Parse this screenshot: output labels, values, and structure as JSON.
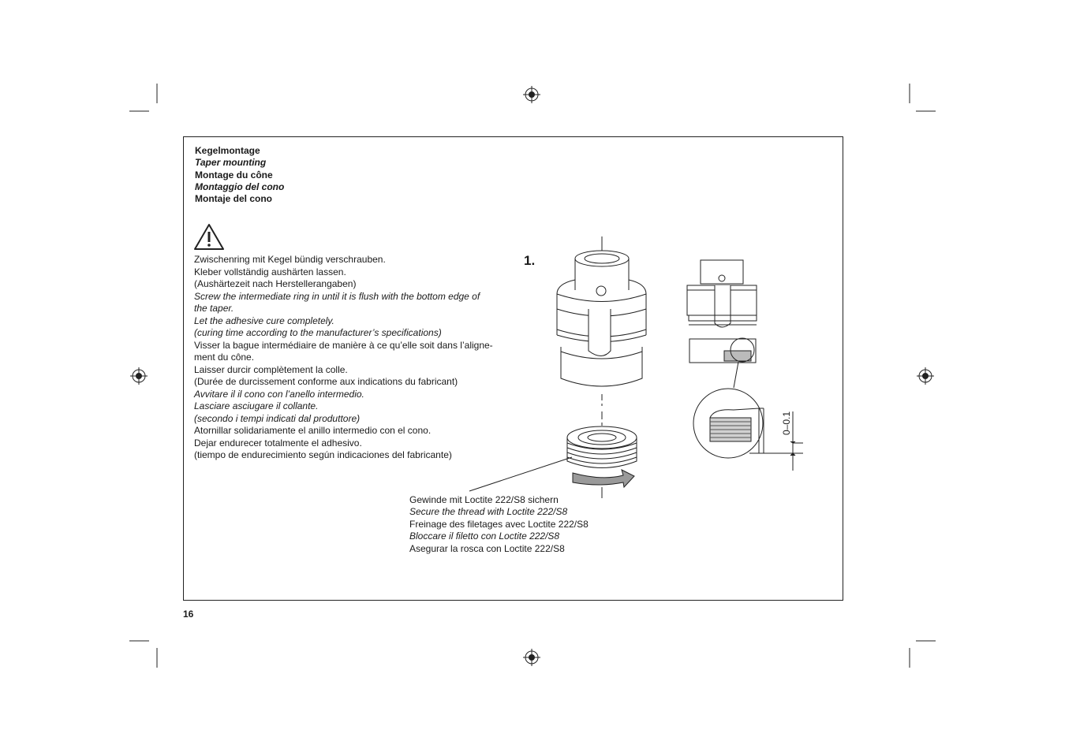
{
  "headings": [
    {
      "text": "Kegelmontage",
      "italic": false
    },
    {
      "text": "Taper mounting",
      "italic": true
    },
    {
      "text": "Montage du cône",
      "italic": false
    },
    {
      "text": "Montaggio del cono",
      "italic": true
    },
    {
      "text": "Montaje del cono",
      "italic": false
    }
  ],
  "instructions": [
    {
      "text": "Zwischenring mit Kegel bündig verschrauben.",
      "italic": false
    },
    {
      "text": "Kleber vollständig aushärten lassen.",
      "italic": false
    },
    {
      "text": "(Aushärtezeit nach Herstellerangaben)",
      "italic": false
    },
    {
      "text": "Screw the intermediate ring in until it is flush with the bottom edge of",
      "italic": true
    },
    {
      "text": "the taper.",
      "italic": true
    },
    {
      "text": "Let the adhesive cure completely.",
      "italic": true
    },
    {
      "text": "(curing time according to the manufacturer’s specifications)",
      "italic": true
    },
    {
      "text": "Visser la bague intermédiaire de manière à ce qu’elle soit dans l’aligne-",
      "italic": false
    },
    {
      "text": "ment du cône.",
      "italic": false
    },
    {
      "text": "Laisser durcir complètement la colle.",
      "italic": false
    },
    {
      "text": "(Durée de durcissement conforme aux indications du fabricant)",
      "italic": false
    },
    {
      "text": "Avvitare il il cono con l’anello intermedio.",
      "italic": true
    },
    {
      "text": "Lasciare asciugare il collante.",
      "italic": true
    },
    {
      "text": "(secondo i tempi indicati dal produttore)",
      "italic": true
    },
    {
      "text": "Atornillar solidariamente el anillo intermedio con el cono.",
      "italic": false
    },
    {
      "text": "Dejar endurecer totalmente el adhesivo.",
      "italic": false
    },
    {
      "text": "(tiempo de endurecimiento según indicaciones del fabricante)",
      "italic": false
    }
  ],
  "caption": [
    {
      "text": "Gewinde mit Loctite 222/S8 sichern",
      "italic": false
    },
    {
      "text": "Secure the thread with Loctite 222/S8",
      "italic": true
    },
    {
      "text": "Freinage des filetages avec Loctite 222/S8",
      "italic": false
    },
    {
      "text": "Bloccare il filetto con Loctite 222/S8",
      "italic": true
    },
    {
      "text": "Asegurar la rosca con Loctite 222/S8",
      "italic": false
    }
  ],
  "step_label": "1.",
  "dimension_label": "0–0.1",
  "page_number": "16",
  "icons": [
    "warning-triangle-icon",
    "registration-mark-icon",
    "rotation-arrow-icon"
  ],
  "colors": {
    "text": "#1a1a1a",
    "line": "#222222",
    "arrow_fill": "#9a9a9a"
  }
}
